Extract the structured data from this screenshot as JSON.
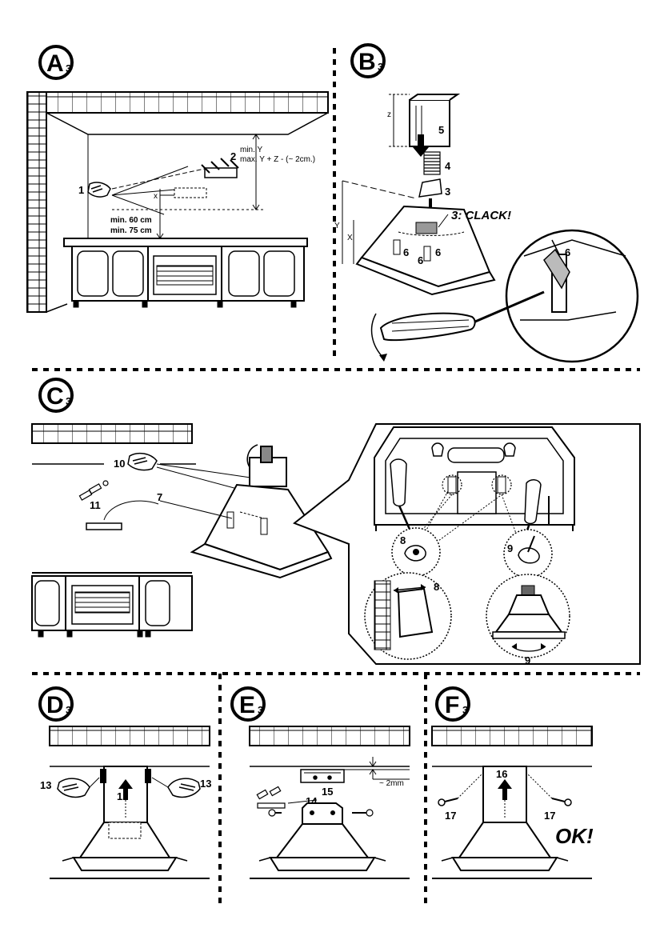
{
  "panels": {
    "A": {
      "letter": "A",
      "sub": "3",
      "min_y": "min. Y",
      "max_yz": "max. Y + Z - (~ 2cm.)",
      "min60": "min. 60 cm",
      "min75": "min. 75 cm",
      "x_label": "x",
      "n1": "1",
      "n2": "2"
    },
    "B": {
      "letter": "B",
      "sub": "3",
      "z_label": "z",
      "y_label": "Y",
      "x_label": "X",
      "n5": "5",
      "n4": "4",
      "n3": "3",
      "clack": "3: CLACK!",
      "n6a": "6",
      "n6b": "6",
      "n6c": "6",
      "n6d": "6"
    },
    "C": {
      "letter": "C",
      "sub": "3",
      "n10": "10",
      "n11": "11",
      "n7": "7",
      "n8a": "8",
      "n8b": "8",
      "n9a": "9",
      "n9b": "9"
    },
    "D": {
      "letter": "D",
      "sub": "3",
      "n12": "12",
      "n13a": "13",
      "n13b": "13"
    },
    "E": {
      "letter": "E",
      "sub": "3",
      "n15": "15",
      "n14": "14",
      "gap": "~ 2mm"
    },
    "F": {
      "letter": "F",
      "sub": "3",
      "n16": "16",
      "n17a": "17",
      "n17b": "17",
      "ok": "OK!"
    }
  }
}
